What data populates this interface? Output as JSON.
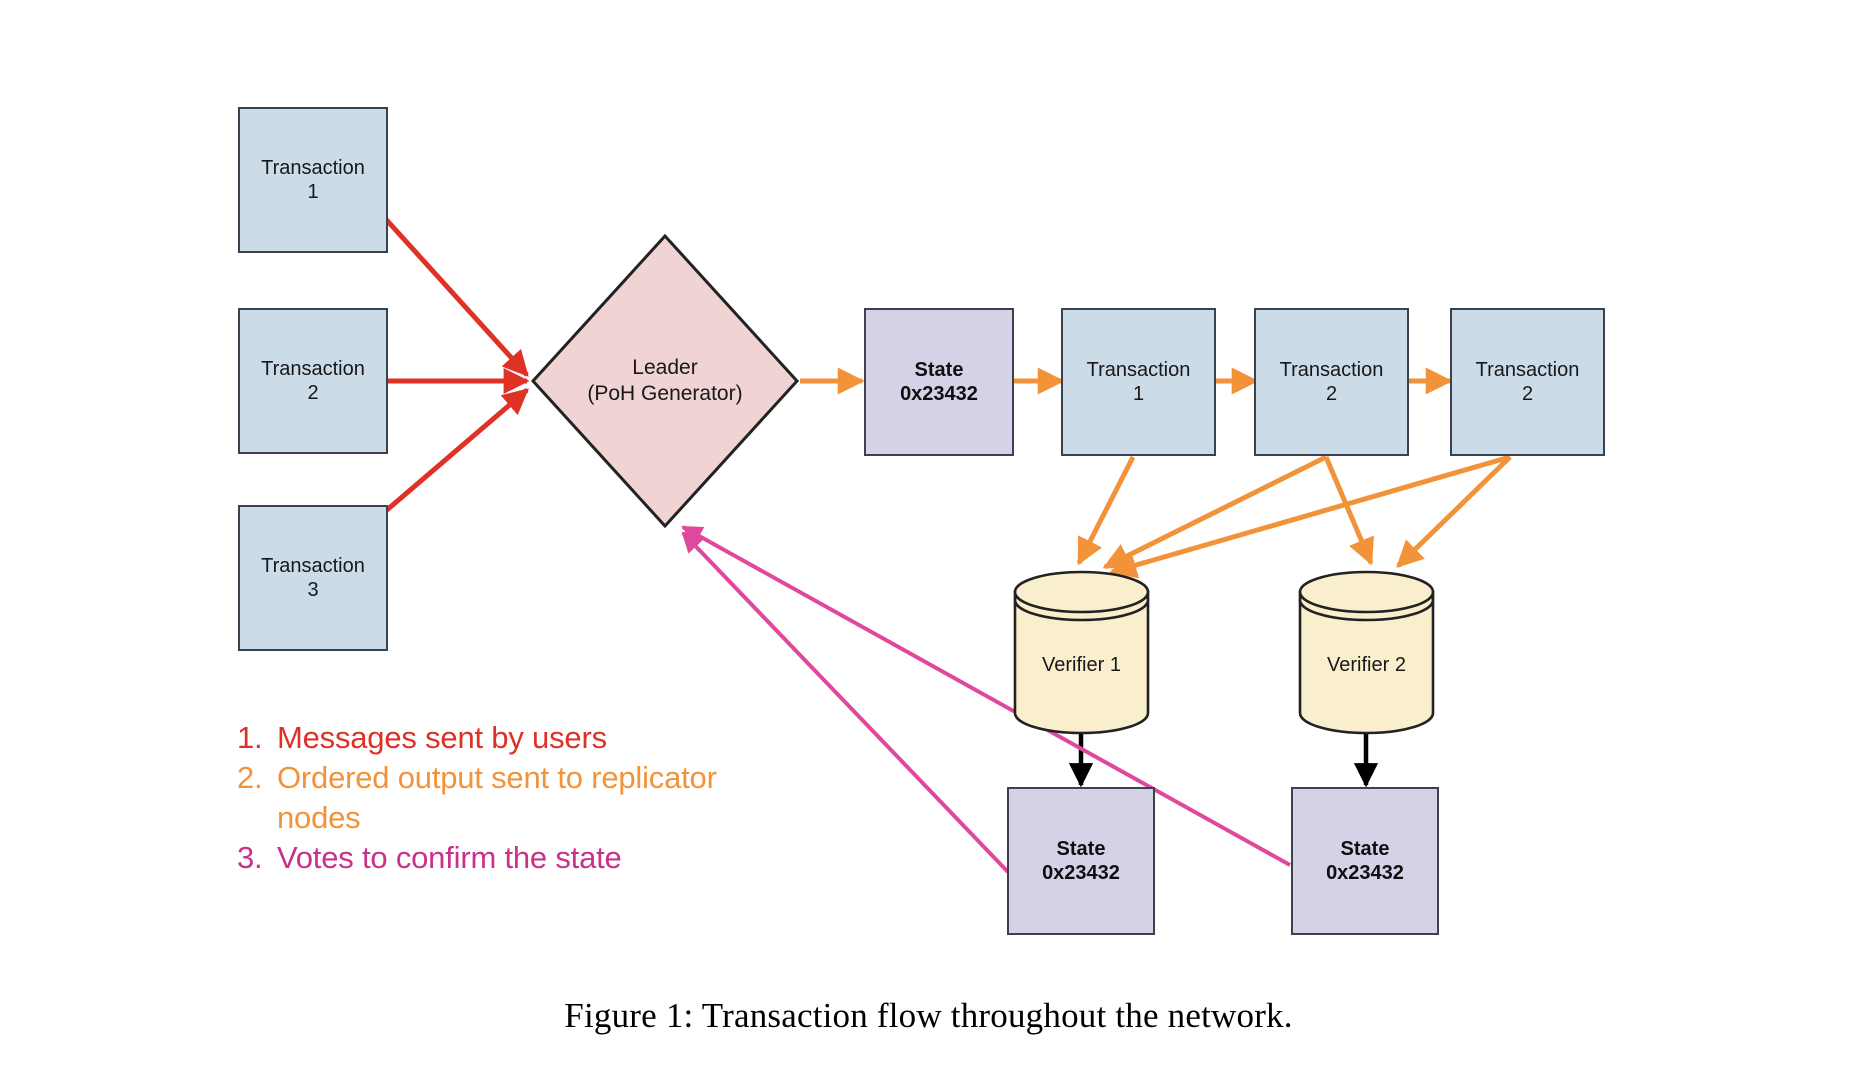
{
  "figure": {
    "caption": "Figure 1:  Transaction flow throughout the network."
  },
  "colors": {
    "transaction_fill": "#ccdbe8",
    "state_fill": "#d5d1e6",
    "leader_fill": "#f0d3d3",
    "verifier_fill": "#faefcc",
    "node_stroke": "#3a4250",
    "shape_stroke": "#222222",
    "arrow_messages": "#e03127",
    "arrow_ordered_output": "#f29339",
    "arrow_votes": "#e0489e",
    "arrow_black": "#000000"
  },
  "inputs": {
    "transactions": [
      {
        "title": "Transaction",
        "num": "1"
      },
      {
        "title": "Transaction",
        "num": "2"
      },
      {
        "title": "Transaction",
        "num": "3"
      }
    ]
  },
  "leader": {
    "line1": "Leader",
    "line2": "(PoH Generator)"
  },
  "ledger": {
    "items": [
      {
        "kind": "state",
        "line1": "State",
        "line2": "0x23432"
      },
      {
        "kind": "transaction",
        "line1": "Transaction",
        "line2": "1"
      },
      {
        "kind": "transaction",
        "line1": "Transaction",
        "line2": "2"
      },
      {
        "kind": "transaction",
        "line1": "Transaction",
        "line2": "2"
      }
    ]
  },
  "verifiers": [
    {
      "label": "Verifier 1"
    },
    {
      "label": "Verifier 2"
    }
  ],
  "verifier_states": [
    {
      "line1": "State",
      "line2": "0x23432"
    },
    {
      "line1": "State",
      "line2": "0x23432"
    }
  ],
  "legend": {
    "items": [
      {
        "num": "1.",
        "text": "Messages sent by users",
        "color": "#e03127"
      },
      {
        "num": "2.",
        "text": "Ordered output sent to replicator nodes",
        "color": "#f29339"
      },
      {
        "num": "3.",
        "text": "Votes to confirm the state",
        "color": "#c9318b"
      }
    ]
  }
}
